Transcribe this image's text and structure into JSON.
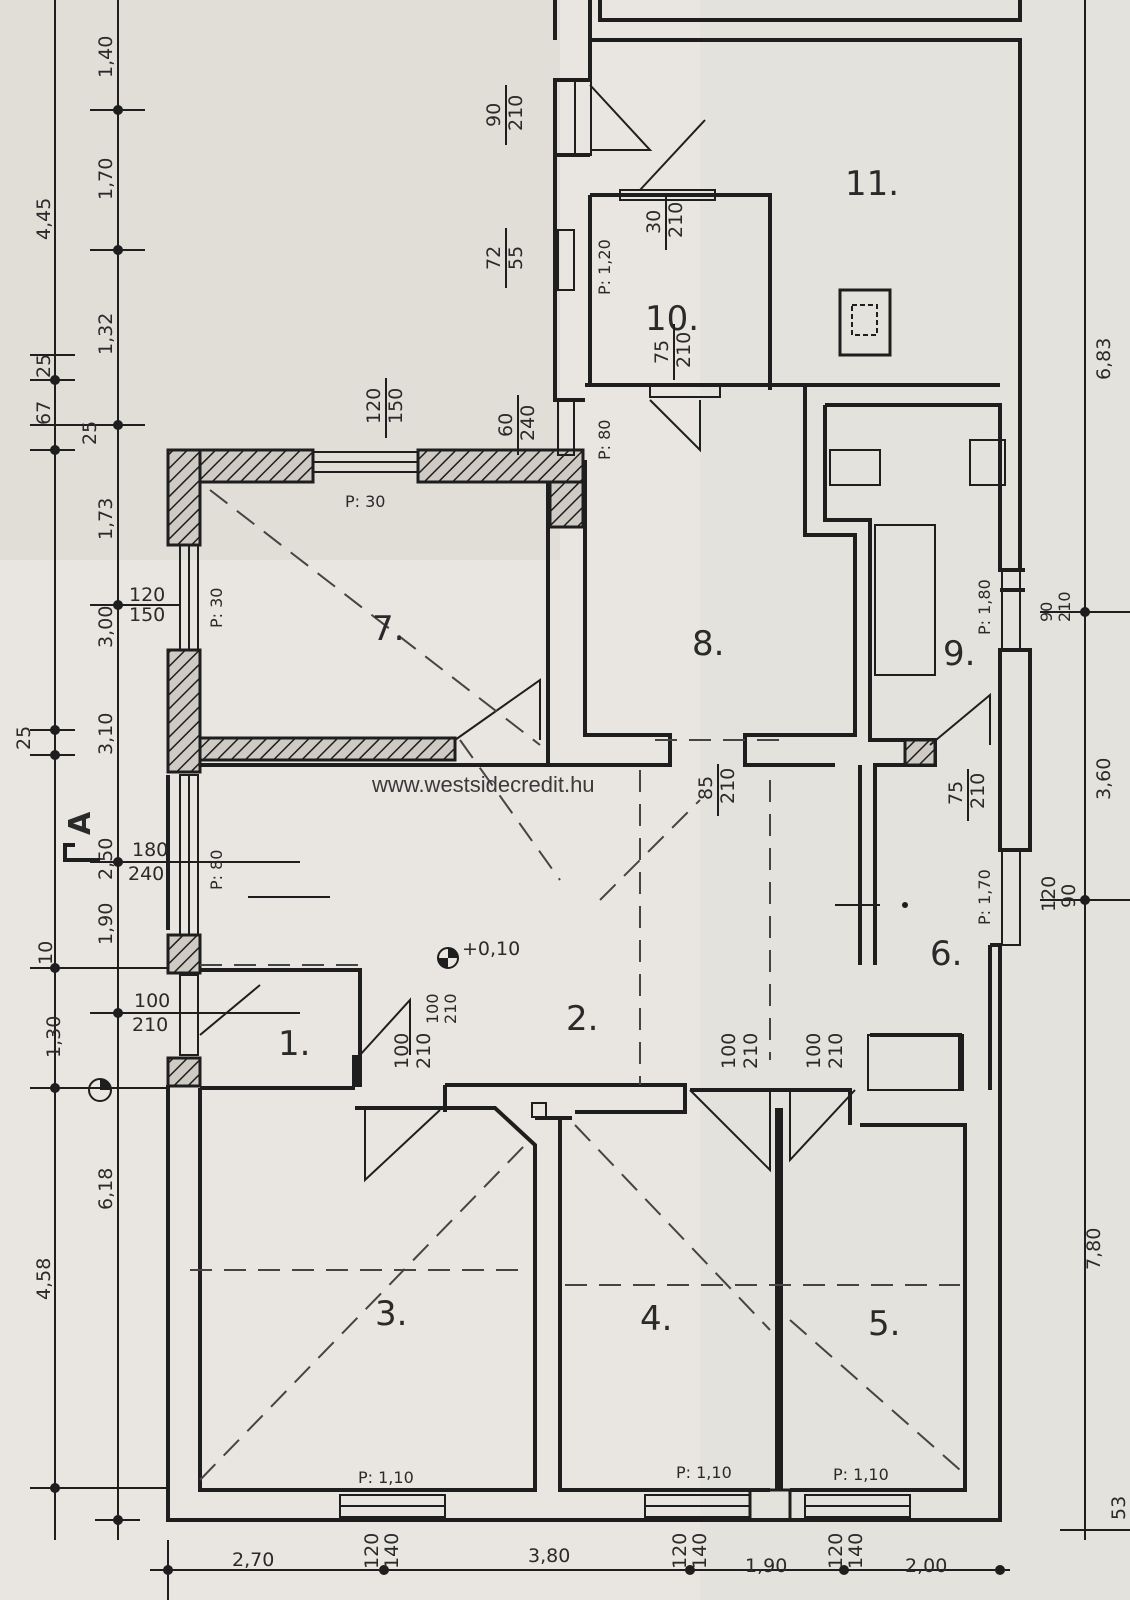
{
  "watermark": "www.westsidecredit.hu",
  "rooms": {
    "r1": "1.",
    "r2": "2.",
    "r3": "3.",
    "r4": "4.",
    "r5": "5.",
    "r6": "6.",
    "r7": "7.",
    "r8": "8.",
    "r9": "9.",
    "r10": "10.",
    "r11": "11."
  },
  "level_mark": "+0,10",
  "section_mark": "A",
  "left_dimensions": [
    "1,40",
    "1,70",
    "1,32",
    "1,73",
    "3,00",
    "3,10",
    "2,50",
    "1,90",
    "1,30",
    "4,58"
  ],
  "left_outer_dimensions": [
    "4,45",
    "25",
    "67",
    "25",
    "10",
    "6,18"
  ],
  "left_outer_small": "25",
  "bottom_dimensions": [
    "2,70",
    "3,80",
    "1,90",
    "2,00"
  ],
  "right_dimensions": [
    "6,83",
    "3,60",
    "7,80",
    "53"
  ],
  "openings": {
    "o_90_210": {
      "top": "90",
      "bottom": "210"
    },
    "o_72_55": {
      "top": "72",
      "bottom": "55"
    },
    "o_30_210": {
      "top": "30",
      "bottom": "210"
    },
    "o_75_210_r10": {
      "top": "75",
      "bottom": "210"
    },
    "o_60_240": {
      "top": "60",
      "bottom": "240"
    },
    "o_120_150_top": {
      "top": "120",
      "bottom": "150"
    },
    "o_120_150_left": {
      "top": "120",
      "bottom": "150"
    },
    "o_180_240": {
      "top": "180",
      "bottom": "240"
    },
    "o_100_210_a": {
      "top": "100",
      "bottom": "210"
    },
    "o_100_210_b": {
      "top": "100",
      "bottom": "210"
    },
    "o_100_210_c": {
      "top": "100",
      "bottom": "210"
    },
    "o_100_210_d": {
      "top": "100",
      "bottom": "210"
    },
    "o_85_210": {
      "top": "85",
      "bottom": "210"
    },
    "o_75_210_r9": {
      "top": "75",
      "bottom": "210"
    },
    "o_90_210_r9": {
      "top": "90",
      "bottom": "210"
    },
    "o_120_90": {
      "top": "120",
      "bottom": "90"
    },
    "o_100_210_ent": {
      "top": "100",
      "bottom": "210"
    },
    "o_120_140_a": {
      "top": "120",
      "bottom": "140"
    },
    "o_120_140_b": {
      "top": "120",
      "bottom": "140"
    },
    "o_120_140_c": {
      "top": "120",
      "bottom": "140"
    }
  },
  "parapets": {
    "p_1_20": "P: 1,20",
    "p_80_a": "P: 80",
    "p_30_a": "P: 30",
    "p_30_b": "P: 30",
    "p_80_b": "P: 80",
    "p_1_80": "P: 1,80",
    "p_1_70": "P: 1,70",
    "p_1_10_a": "P: 1,10",
    "p_1_10_b": "P: 1,10",
    "p_1_10_c": "P: 1,10"
  }
}
